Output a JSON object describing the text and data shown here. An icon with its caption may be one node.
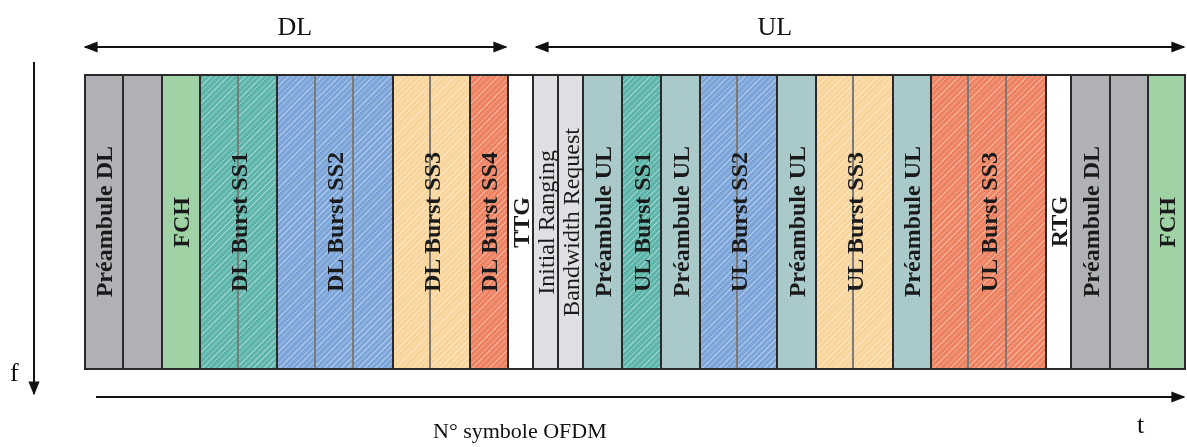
{
  "diagram": {
    "nodes": [
      {
        "text": [
          "Préambule DL"
        ]
      },
      {
        "text": [],
        "shape": "bar"
      },
      {
        "text": [
          "FCH"
        ]
      },
      {
        "text": [
          "DL Burst SS1"
        ]
      },
      {
        "text": [
          "DL Burst SS2"
        ]
      },
      {
        "text": [
          "DL Burst SS3"
        ]
      },
      {
        "text": [
          "DL Burst SS4"
        ]
      },
      {
        "text": [
          "TTG"
        ]
      },
      {
        "text": [
          "Initial Ranging"
        ]
      },
      {
        "text": [
          "Bandwidth Request"
        ]
      },
      {
        "text": [
          "Préambule UL"
        ]
      },
      {
        "text": [
          "UL Burst SS1"
        ]
      },
      {
        "text": [
          "Préambule UL"
        ]
      },
      {
        "text": [
          "UL Burst SS2"
        ]
      },
      {
        "text": [
          "Préambule UL"
        ]
      },
      {
        "text": [
          "UL Burst SS3"
        ]
      },
      {
        "text": [
          "Préambule UL"
        ]
      },
      {
        "text": [
          "UL Burst SS3"
        ]
      },
      {
        "text": [
          "RTG"
        ]
      },
      {
        "text": [
          "Préambule DL"
        ]
      },
      {
        "text": [],
        "shape": "bar"
      },
      {
        "text": [
          "FCH"
        ]
      }
    ],
    "edges": [],
    "labels": [
      "DL",
      "UL",
      "f",
      "N° symbole OFDM",
      "t"
    ]
  }
}
